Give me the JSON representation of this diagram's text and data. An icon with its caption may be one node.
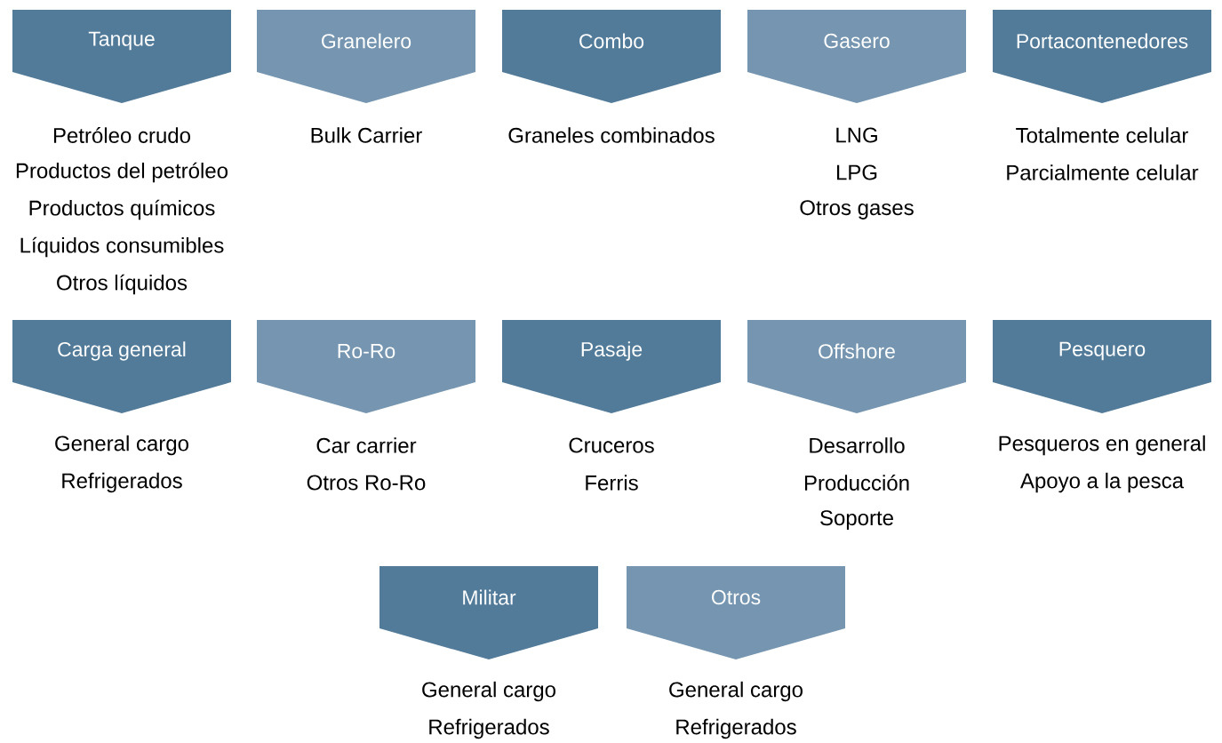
{
  "diagram": {
    "nodes": [
      {
        "text": [
          "Tanque"
        ],
        "beside": [
          "Petróleo crudo",
          "Productos del petróleo",
          "Productos químicos",
          "Líquidos consumibles",
          "Otros líquidos"
        ]
      },
      {
        "text": [
          "Granelero"
        ],
        "beside": [
          "Bulk Carrier"
        ]
      },
      {
        "text": [
          "Combo"
        ],
        "beside": [
          "Graneles combinados"
        ]
      },
      {
        "text": [
          "Gasero"
        ],
        "beside": [
          "LNG",
          "LPG",
          "Otros gases"
        ]
      },
      {
        "text": [
          "Portacontenedores"
        ],
        "beside": [
          "Totalmente celular",
          "Parcialmente celular"
        ]
      },
      {
        "text": [
          "Carga general"
        ],
        "beside": [
          "General cargo",
          "Refrigerados"
        ]
      },
      {
        "text": [
          "Ro-Ro"
        ],
        "beside": [
          "Car carrier",
          "Otros Ro-Ro"
        ]
      },
      {
        "text": [
          "Pasaje"
        ],
        "beside": [
          "Cruceros",
          "Ferris"
        ]
      },
      {
        "text": [
          "Offshore"
        ],
        "beside": [
          "Desarrollo",
          "Producción",
          "Soporte"
        ]
      },
      {
        "text": [
          "Pesquero"
        ],
        "beside": [
          "Pesqueros en general",
          "Apoyo a la pesca"
        ]
      },
      {
        "text": [
          "Militar"
        ],
        "beside": [
          "General cargo",
          "Refrigerados"
        ]
      },
      {
        "text": [
          "Otros"
        ],
        "beside": [
          "General cargo",
          "Refrigerados"
        ]
      }
    ]
  }
}
